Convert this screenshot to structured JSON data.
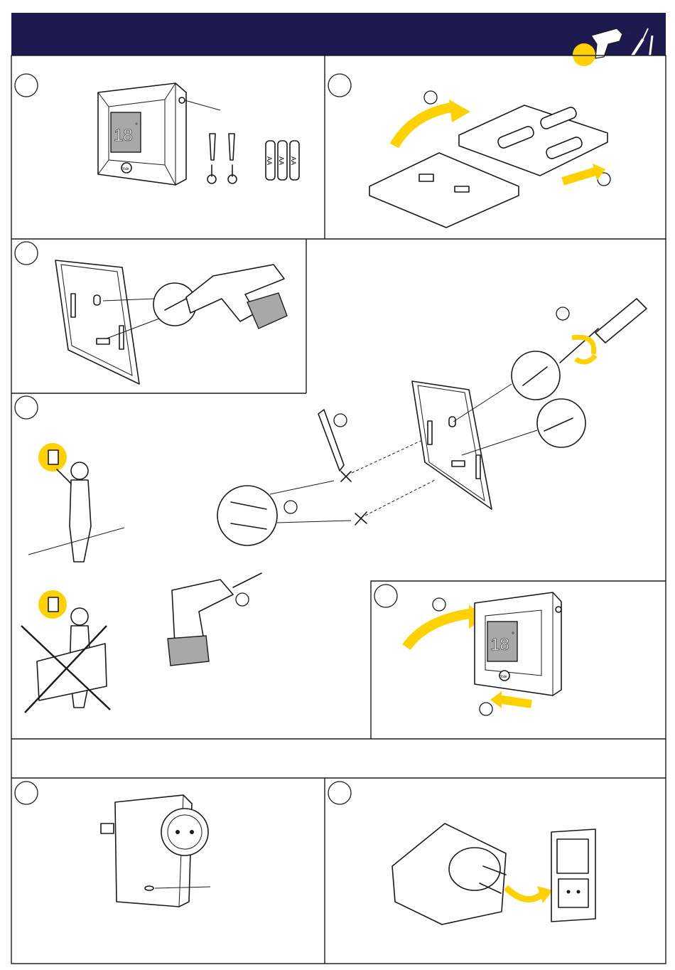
{
  "header": {
    "title": "",
    "accent_color": "#FFD100",
    "band_color": "#1D1A4F"
  },
  "thermostat": {
    "display_temp": "18",
    "degree_mark": "°",
    "brand_badge": "Yale"
  },
  "batteries": {
    "label": "AA"
  },
  "section_bar": {
    "title": ""
  },
  "icons": [
    "drill-icon",
    "screwdriver-icon",
    "pencil-icon",
    "plug-icon",
    "socket-icon",
    "arrow-icon"
  ]
}
